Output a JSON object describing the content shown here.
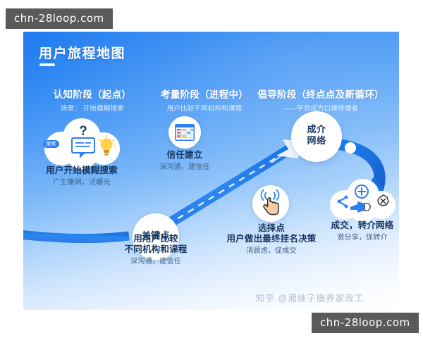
{
  "watermarks": {
    "top": "chn-28loop.com",
    "bottom": "chn-28loop.com",
    "zhihu": "知乎 @湘妹子康养家政工"
  },
  "card": {
    "title": "用户旅程地图",
    "bg_from": "#1f7bf0",
    "bg_to": "#ffffff",
    "accent": "#2f7ff0"
  },
  "stages": [
    {
      "id": "awareness",
      "title": "认知阶段（起点）",
      "subtitle": "场景： 开始模糊搜索"
    },
    {
      "id": "consideration",
      "title": "考量阶段（进程中）",
      "subtitle": "用户比较不同机构和课程"
    },
    {
      "id": "advocacy",
      "title": "倡导阶段（终点点及新循环）",
      "subtitle": "——学员成为口碑传播者"
    }
  ],
  "nodes": [
    {
      "id": "search",
      "icon": "cloud-search-bulb-icon",
      "badge": "搜索",
      "heading": "用户开始模糊搜索",
      "sub": "广生撒网，泛曝光"
    },
    {
      "id": "trust",
      "icon": "comparison-table-icon",
      "heading": "信任建立",
      "sub": "深沟通，建信任"
    },
    {
      "id": "network",
      "icon": "circle-node-icon",
      "label": "成介\n网络",
      "label_line1": "成介",
      "label_line2": "网络"
    },
    {
      "id": "keypoint",
      "icon": "circle-node-icon",
      "label": "关键点",
      "heading_line1": "用用户比较",
      "heading_line2": "不同机构和课程",
      "sub": "深沟通，建信任"
    },
    {
      "id": "decision",
      "icon": "tap-hand-icon",
      "heading": "选择点",
      "heading2": "用户做出最终挂名决策",
      "sub": "消顾虑，促成交"
    },
    {
      "id": "referral",
      "icon": "cloud-share-plus-icon",
      "heading": "成交，转介网络",
      "sub": "激分享，促转介"
    }
  ]
}
